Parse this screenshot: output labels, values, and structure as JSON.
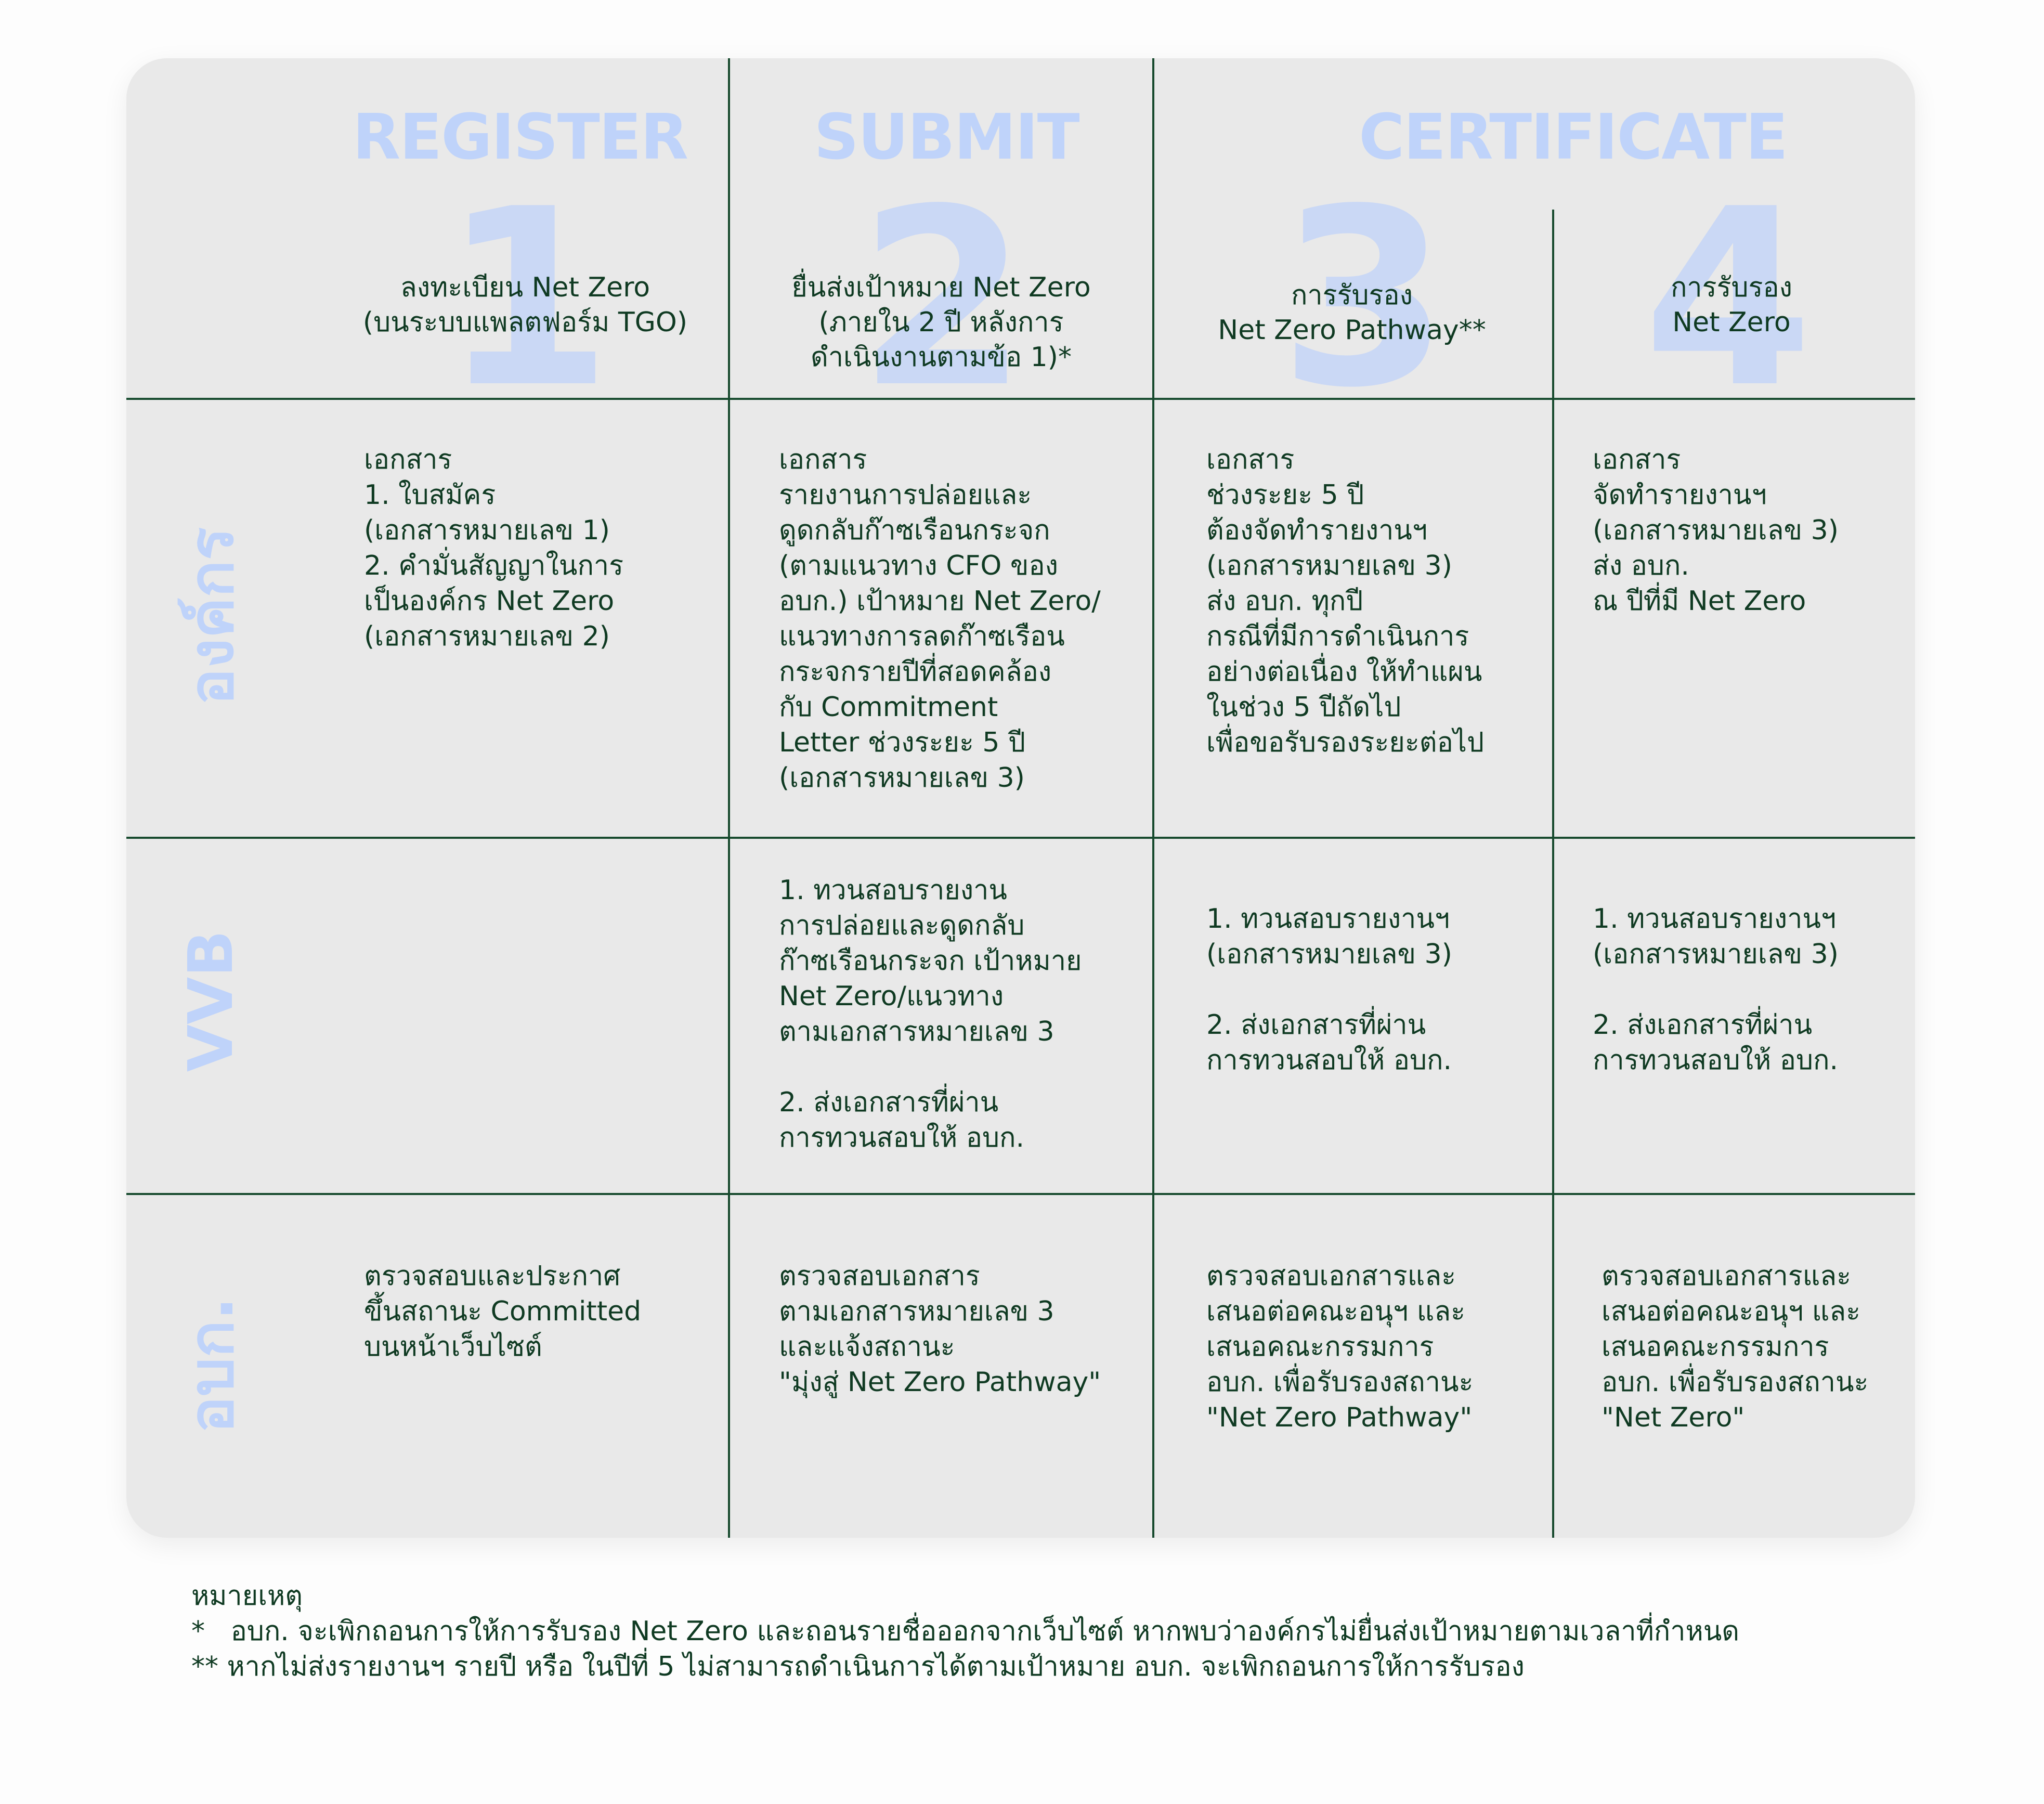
{
  "phases": {
    "register": "REGISTER",
    "submit": "SUBMIT",
    "certificate": "CERTIFICATE"
  },
  "step_numbers": [
    "1",
    "2",
    "3",
    "4"
  ],
  "steps": {
    "s1": "ลงทะเบียน Net Zero\n(บนระบบแพลตฟอร์ม TGO)",
    "s2": "ยื่นส่งเป้าหมาย Net Zero\n(ภายใน 2 ปี หลังการ\nดำเนินงานตามข้อ 1)*",
    "s3": "การรับรอง\nNet Zero Pathway**",
    "s4": "การรับรอง\nNet Zero"
  },
  "rows": {
    "org": {
      "label": "องค์กร",
      "c1": "เอกสาร\n1. ใบสมัคร\n(เอกสารหมายเลข 1)\n2. คำมั่นสัญญาในการ\nเป็นองค์กร Net Zero\n(เอกสารหมายเลข 2)",
      "c2": "เอกสาร\nรายงานการปล่อยและ\nดูดกลับก๊าซเรือนกระจก\n(ตามแนวทาง CFO ของ\nอบก.) เป้าหมาย Net Zero/\nแนวทางการลดก๊าซเรือน\nกระจกรายปีที่สอดคล้อง\nกับ Commitment\nLetter ช่วงระยะ 5 ปี\n(เอกสารหมายเลข 3)",
      "c3": "เอกสาร\nช่วงระยะ 5 ปี\nต้องจัดทำรายงานฯ\n(เอกสารหมายเลข 3)\nส่ง อบก. ทุกปี\nกรณีที่มีการดำเนินการ\nอย่างต่อเนื่อง ให้ทำแผน\nในช่วง 5 ปีถัดไป\nเพื่อขอรับรองระยะต่อไป",
      "c4": "เอกสาร\nจัดทำรายงานฯ\n(เอกสารหมายเลข 3)\nส่ง อบก.\nณ ปีที่มี Net Zero"
    },
    "vvb": {
      "label": "VVB",
      "c2": "1. ทวนสอบรายงาน\nการปล่อยและดูดกลับ\nก๊าซเรือนกระจก เป้าหมาย\nNet Zero/แนวทาง\nตามเอกสารหมายเลข 3\n\n2. ส่งเอกสารที่ผ่าน\nการทวนสอบให้ อบก.",
      "c3": "1. ทวนสอบรายงานฯ\n(เอกสารหมายเลข 3)\n\n2. ส่งเอกสารที่ผ่าน\nการทวนสอบให้ อบก.",
      "c4": "1. ทวนสอบรายงานฯ\n(เอกสารหมายเลข 3)\n\n2. ส่งเอกสารที่ผ่าน\nการทวนสอบให้ อบก."
    },
    "tgo": {
      "label": "อบก.",
      "c1": "ตรวจสอบและประกาศ\nขึ้นสถานะ Committed\nบนหน้าเว็บไซต์",
      "c2": "ตรวจสอบเอกสาร\nตามเอกสารหมายเลข 3\nและแจ้งสถานะ\n\"มุ่งสู่ Net Zero Pathway\"",
      "c3": "ตรวจสอบเอกสารและ\nเสนอต่อคณะอนุฯ และ\nเสนอคณะกรรมการ\nอบก. เพื่อรับรองสถานะ\n\"Net Zero Pathway\"",
      "c4": "ตรวจสอบเอกสารและ\nเสนอต่อคณะอนุฯ และ\nเสนอคณะกรรมการ\nอบก. เพื่อรับรองสถานะ\n\"Net Zero\""
    }
  },
  "notes": {
    "title": "หมายเหตุ",
    "n1": "*   อบก. จะเพิกถอนการให้การรับรอง Net Zero และถอนรายชื่อออกจากเว็บไซต์ หากพบว่าองค์กรไม่ยื่นส่งเป้าหมายตามเวลาที่กำหนด",
    "n2": "** หากไม่ส่งรายงานฯ รายปี หรือ ในปีที่ 5 ไม่สามารถดำเนินการได้ตามเป้าหมาย อบก. จะเพิกถอนการให้การรับรอง"
  }
}
